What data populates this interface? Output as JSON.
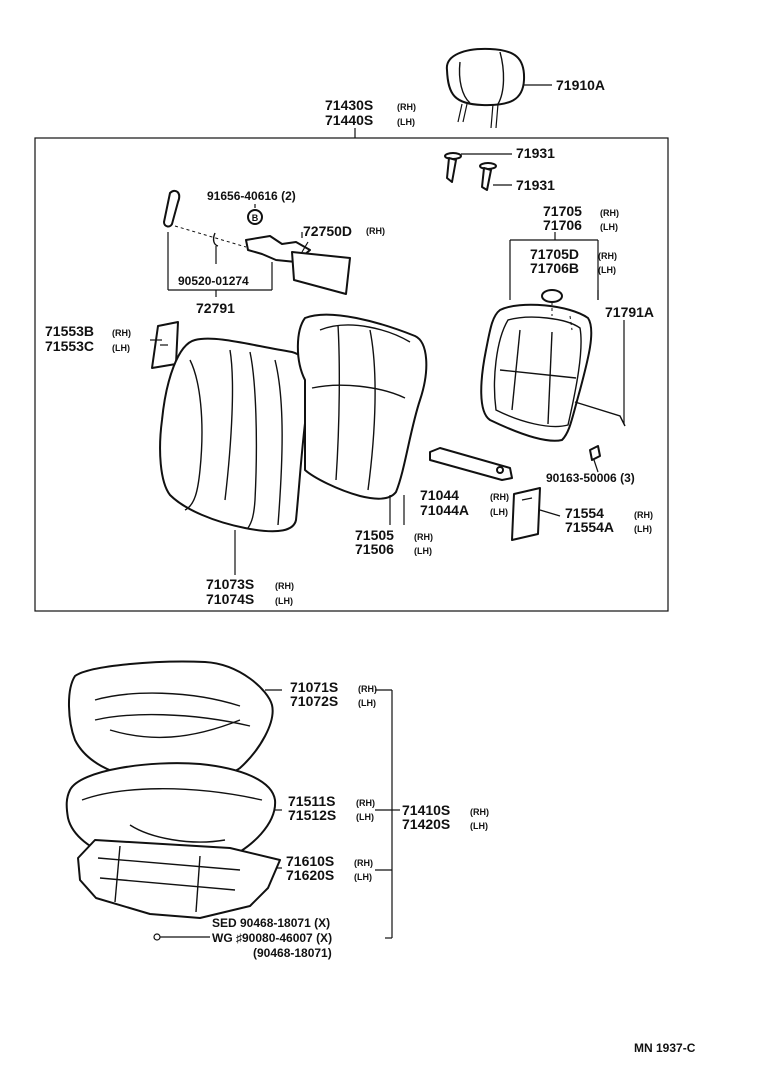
{
  "labels": {
    "headrest": "71910A",
    "frame_rh": "71430S",
    "frame_lh": "71440S",
    "rh": "(RH)",
    "lh": "(LH)",
    "guide_1": "71931",
    "guide_2": "71931",
    "screw": "91656-40616 (2)",
    "circle_b": "B",
    "lever_rh": "72750D",
    "clip": "90520-01274",
    "knob": "72791",
    "shield_rh": "71553B",
    "shield_lh": "71553C",
    "back_pad_rh": "71705",
    "back_pad_lh": "71706",
    "back_pad_d_rh": "71705D",
    "back_pad_b_lh": "71706B",
    "spring": "71791A",
    "bolt": "90163-50006 (3)",
    "hinge_rh": "71044",
    "hinge_lh": "71044A",
    "back_cover_rh": "71505",
    "back_cover_lh": "71506",
    "cover_rh": "71554",
    "cover_lh": "71554A",
    "back_assy_rh": "71073S",
    "back_assy_lh": "71074S",
    "cushion_rh": "71071S",
    "cushion_lh": "71072S",
    "cushion_pad_rh": "71511S",
    "cushion_pad_lh": "71512S",
    "seat_assy_rh": "71410S",
    "seat_assy_lh": "71420S",
    "spring_rh": "71610S",
    "spring_lh": "71620S",
    "sed_note": "SED 90468-18071 (X)",
    "wg_note": "WG ♯90080-46007 (X)",
    "wg_alt": "(90468-18071)",
    "footer": "MN  1937-C"
  }
}
